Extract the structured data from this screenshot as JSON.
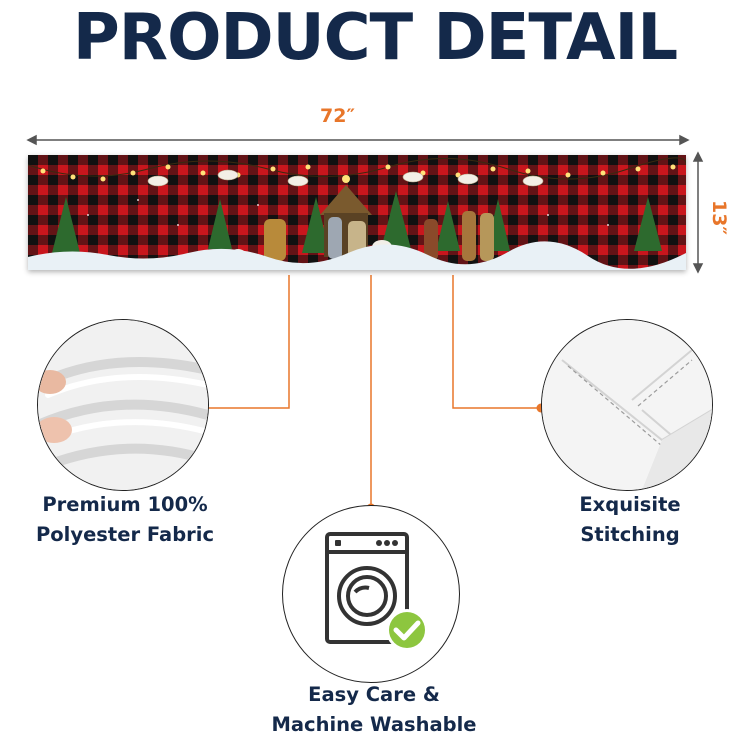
{
  "title": "PRODUCT DETAIL",
  "dimensions": {
    "width": "72″",
    "height": "13″"
  },
  "features": [
    {
      "line1": "Premium 100%",
      "line2": "Polyester Fabric",
      "icon": "fabric-closeup"
    },
    {
      "line1": "Easy Care &",
      "line2": "Machine Washable",
      "icon": "washing-machine-icon"
    },
    {
      "line1": "Exquisite",
      "line2": "Stitching",
      "icon": "stitching-closeup"
    }
  ],
  "colors": {
    "title": "#14294a",
    "accent": "#e8762a",
    "plaid_red": "#c8161d",
    "plaid_black": "#111111",
    "check_green": "#8dc63f"
  }
}
